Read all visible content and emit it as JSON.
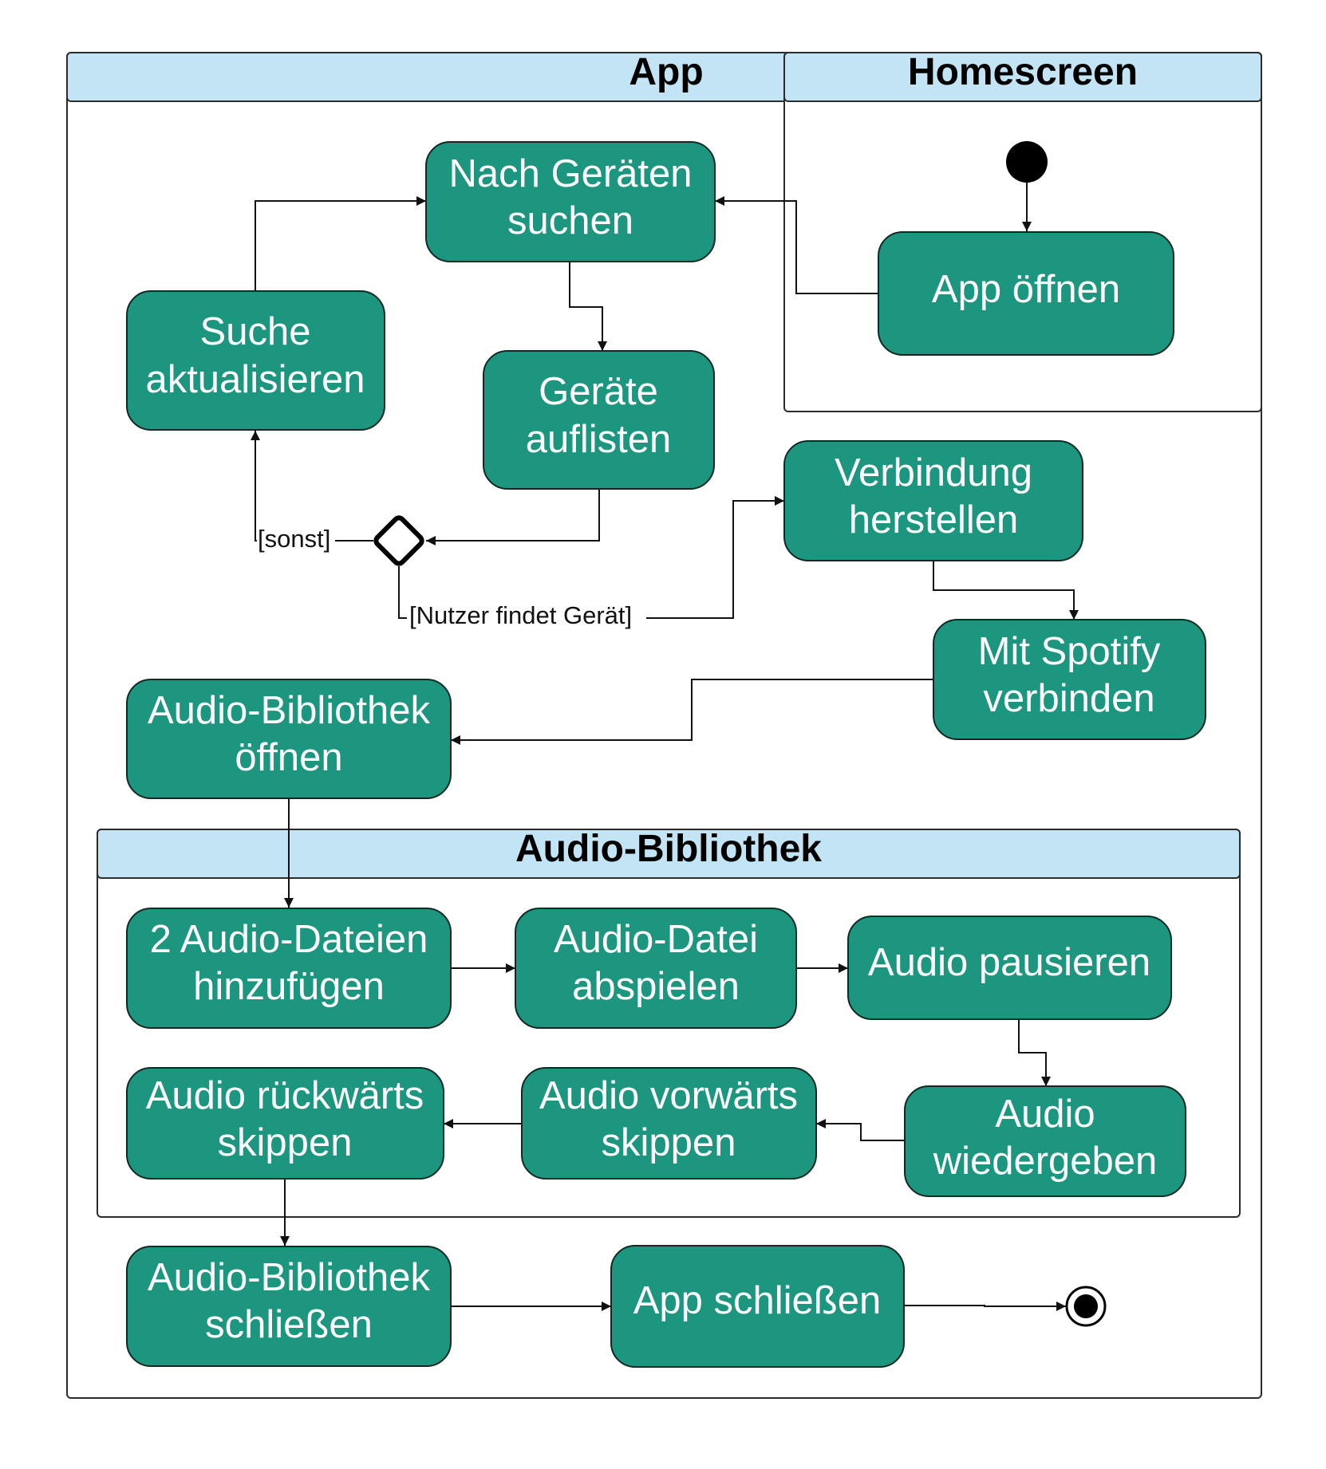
{
  "swimlanes": {
    "app": "App",
    "homescreen": "Homescreen",
    "audio_library": "Audio-Bibliothek"
  },
  "nodes": {
    "app_open": [
      "App öffnen"
    ],
    "search_devices": [
      "Nach Geräten",
      "suchen"
    ],
    "list_devices": [
      "Geräte",
      "auflisten"
    ],
    "refresh_search": [
      "Suche",
      "aktualisieren"
    ],
    "connect": [
      "Verbindung",
      "herstellen"
    ],
    "spotify": [
      "Mit Spotify",
      "verbinden"
    ],
    "open_library": [
      "Audio-Bibliothek",
      "öffnen"
    ],
    "add_files": [
      "2 Audio-Dateien",
      "hinzufügen"
    ],
    "play_file": [
      "Audio-Datei",
      "abspielen"
    ],
    "pause": [
      "Audio pausieren"
    ],
    "resume": [
      "Audio",
      "wiedergeben"
    ],
    "skip_forward": [
      "Audio vorwärts",
      "skippen"
    ],
    "skip_backward": [
      "Audio rückwärts",
      "skippen"
    ],
    "close_library": [
      "Audio-Bibliothek",
      "schließen"
    ],
    "close_app": [
      "App schließen"
    ]
  },
  "guards": {
    "otherwise": "[sonst]",
    "device_found": "[Nutzer findet Gerät]"
  },
  "colors": {
    "action_fill": "#1c967e",
    "header_fill": "#c3e4f5",
    "text_on_action": "#ffffff"
  }
}
